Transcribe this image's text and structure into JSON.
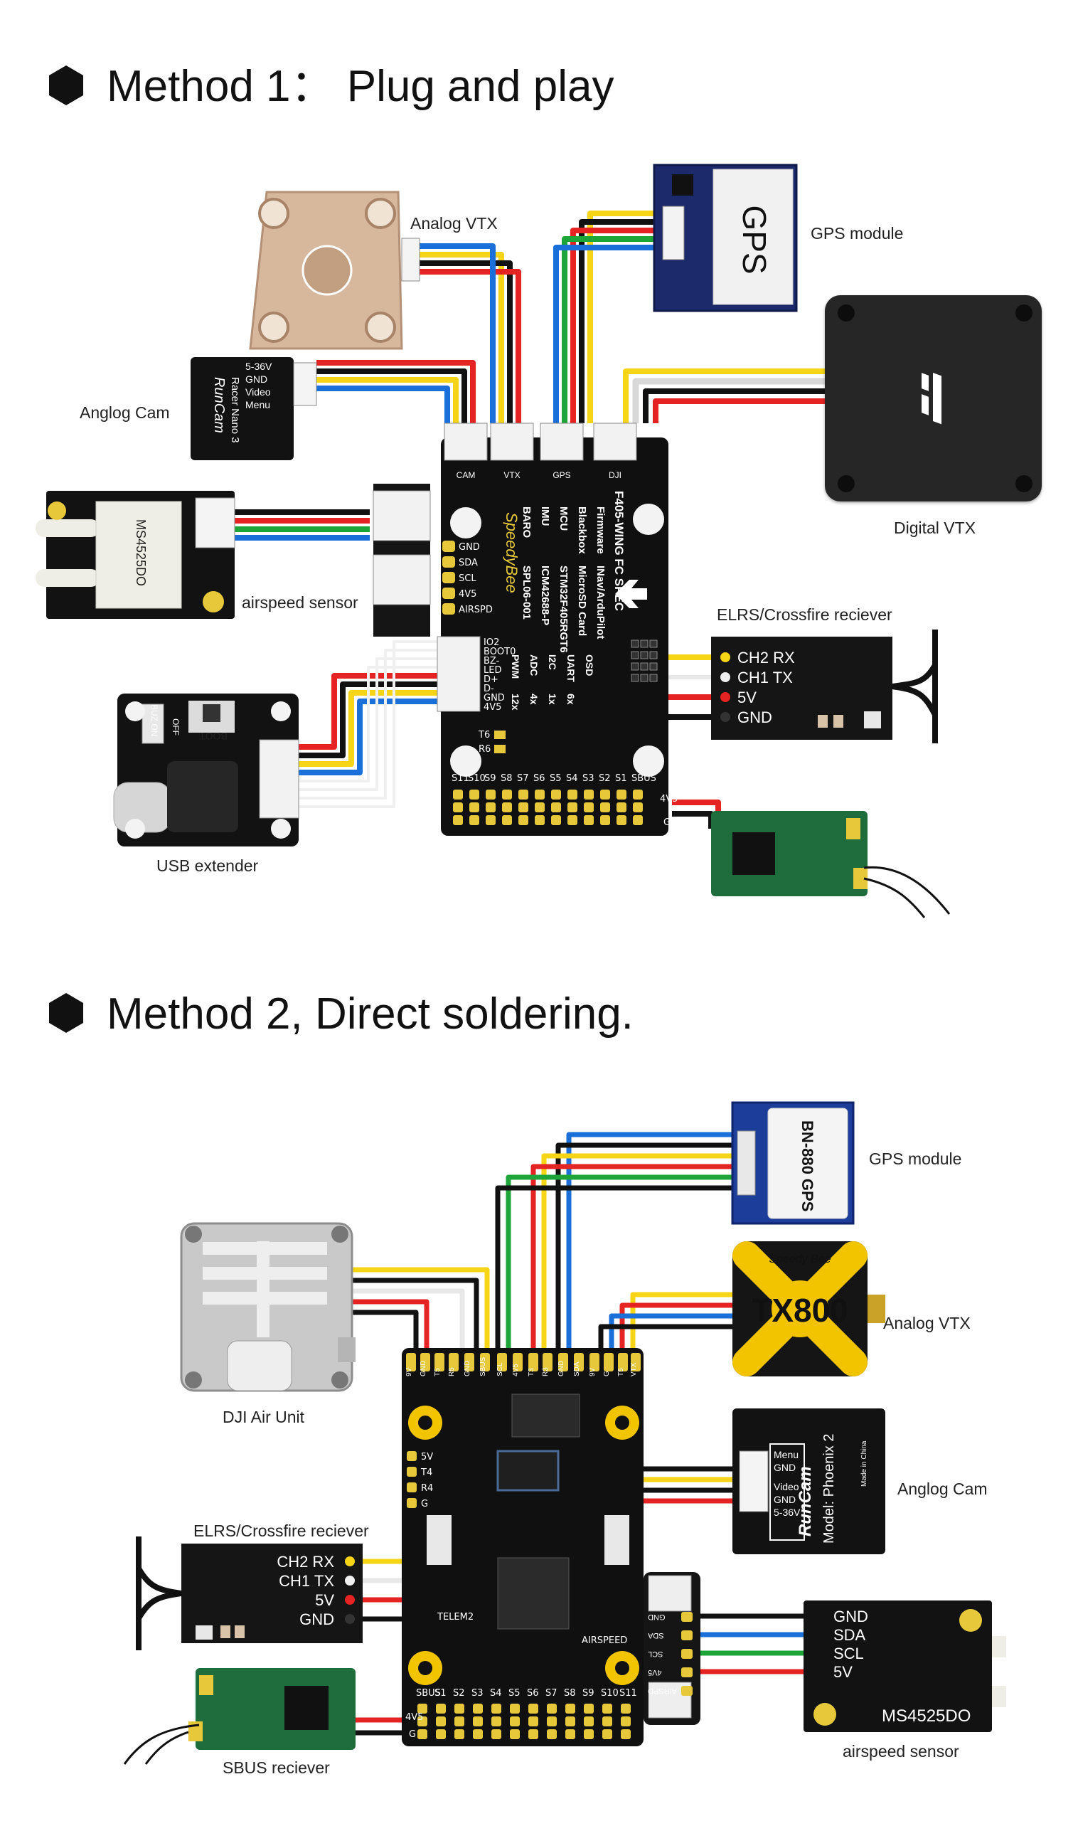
{
  "method1": {
    "title": "Method 1：  Plug and play",
    "labels": {
      "analog_vtx": "Analog VTX",
      "gps_module": "GPS module",
      "anglog_cam": "Anglog Cam",
      "digital_vtx": "Digital VTX",
      "airspeed_sensor": "airspeed sensor",
      "elrs_receiver": "ELRS/Crossfire reciever",
      "usb_extender": "USB extender"
    },
    "gps_text": "GPS",
    "cam_pins": [
      "5-36V",
      "GND",
      "Video",
      "Menu"
    ],
    "cam_brand": "RunCam",
    "cam_model": "Racer Nano 3",
    "airspeed_text": "MS4525DO",
    "connectors": [
      "CAM",
      "VTX",
      "GPS",
      "DJI"
    ],
    "i2c_pins": [
      "GND",
      "SDA",
      "SCL",
      "4V5",
      "AIRSPD"
    ],
    "usb_pins": [
      "IO2",
      "BOOT0",
      "BZ-",
      "LED",
      "D+",
      "D-",
      "GND",
      "4V5"
    ],
    "spec_title": "F405-WING FC SPEC",
    "spec_rows": [
      [
        "Firmware",
        "INav/ArduPilot"
      ],
      [
        "Blackbox",
        "MicroSD Card"
      ],
      [
        "MCU",
        "STM32F405RGT6"
      ],
      [
        "IMU",
        "ICM42688-P"
      ],
      [
        "BARO",
        "SPL06-001"
      ]
    ],
    "spec_small": [
      "PWM",
      "12x",
      "ADC",
      "4x",
      "I2C",
      "1x",
      "UART",
      "6x",
      "OSD"
    ],
    "brand": "SpeedyBee",
    "resistors": [
      "T6",
      "R6"
    ],
    "servo_header": [
      "S11",
      "S10",
      "S9",
      "S8",
      "S7",
      "S6",
      "S5",
      "S4",
      "S3",
      "S2",
      "S1",
      "SBUS"
    ],
    "elrs_pins": [
      "CH2 RX",
      "CH1 TX",
      "5V",
      "GND"
    ],
    "usb_buttons": [
      "BOOT",
      "BUZ ON",
      "OFF"
    ],
    "sbus_4v5": "4V5",
    "sbus_g": "G"
  },
  "method2": {
    "title": "Method 2, Direct soldering.",
    "labels": {
      "gps_module": "GPS module",
      "analog_vtx": "Analog VTX",
      "dji_air_unit": "DJI Air Unit",
      "anglog_cam": "Anglog Cam",
      "elrs_receiver": "ELRS/Crossfire reciever",
      "airspeed_sensor": "airspeed sensor",
      "sbus_receiver": "SBUS reciever"
    },
    "gps_text": "BN-880 GPS",
    "vtx_brand": "Speedy Bee",
    "vtx_text": "TX800",
    "cam_pins": [
      "Menu",
      "GND",
      "Video",
      "GND",
      "5-36V"
    ],
    "cam_brand": "RunCam",
    "cam_model": "Model: Phoenix 2",
    "cam_small": "Made in China",
    "top_pads": [
      "9V",
      "GND",
      "T5",
      "R5",
      "GND",
      "SBUS",
      "SCL",
      "4V5",
      "T3",
      "R3",
      "GND",
      "SDA",
      "9V",
      "G",
      "T5",
      "VTX"
    ],
    "left_pads": [
      "5V",
      "T4",
      "R4",
      "G"
    ],
    "telem": "TELEM2",
    "airspeed_pad": "AIRSPEED",
    "bottom_pads": [
      "SBUS",
      "S1",
      "S2",
      "S3",
      "S4",
      "S5",
      "S6",
      "S7",
      "S8",
      "S9",
      "S10",
      "S11"
    ],
    "elrs_pins": [
      "CH2 RX",
      "CH1 TX",
      "5V",
      "GND"
    ],
    "airspeed_board_pins": [
      "GND",
      "SDA",
      "SCL",
      "4V5",
      "AIRSPD"
    ],
    "airspeed_pins": [
      "GND",
      "SDA",
      "SCL",
      "5V"
    ],
    "airspeed_text": "MS4525DO",
    "sbus_4v5": "4V5",
    "sbus_g": "G"
  },
  "colors": {
    "red": "#e52323",
    "black": "#111111",
    "yellow": "#f5d515",
    "blue": "#1a6fd8",
    "green": "#1ea53a",
    "white": "#ffffff",
    "pcb_green": "#1f6d3c",
    "gold": "#e7c83a"
  }
}
